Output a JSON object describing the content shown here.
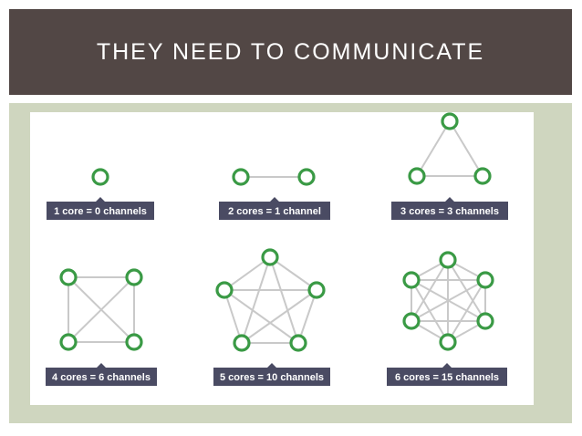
{
  "slide": {
    "title": "THEY NEED TO COMMUNICATE"
  },
  "colors": {
    "title_background": "#524745",
    "frame_background": "#cfd6bf",
    "node_stroke": "#3a9a45",
    "edge_stroke": "#c9c9c9",
    "label_background": "#4a4b63"
  },
  "diagrams": [
    {
      "cores": 1,
      "label": "1 core = 0 channels"
    },
    {
      "cores": 2,
      "label": "2 cores = 1 channel"
    },
    {
      "cores": 3,
      "label": "3 cores = 3 channels"
    },
    {
      "cores": 4,
      "label": "4 cores = 6 channels"
    },
    {
      "cores": 5,
      "label": "5 cores = 10 channels"
    },
    {
      "cores": 6,
      "label": "6 cores = 15 channels"
    }
  ]
}
